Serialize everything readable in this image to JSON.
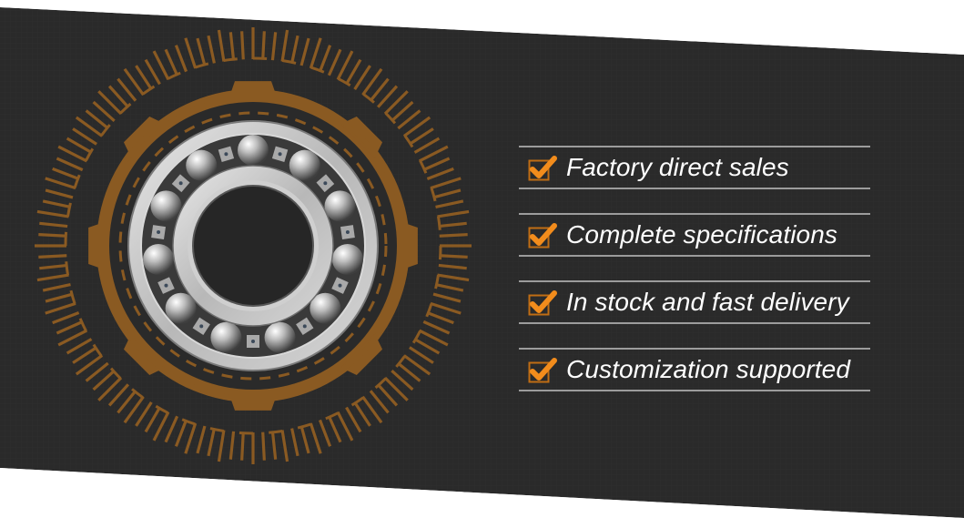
{
  "banner": {
    "background_color": "#2a2a2a",
    "accent_color": "#8a5a22",
    "check_color": "#f28c1c",
    "divider_color": "#9c9c9c",
    "image": {
      "subject": "ball-bearing",
      "decoration": "orange-gear-ring"
    }
  },
  "features": [
    {
      "icon": "checkbox-checked-icon",
      "label": "Factory direct sales"
    },
    {
      "icon": "checkbox-checked-icon",
      "label": "Complete specifications"
    },
    {
      "icon": "checkbox-checked-icon",
      "label": "In stock and fast delivery"
    },
    {
      "icon": "checkbox-checked-icon",
      "label": "Customization supported"
    }
  ]
}
